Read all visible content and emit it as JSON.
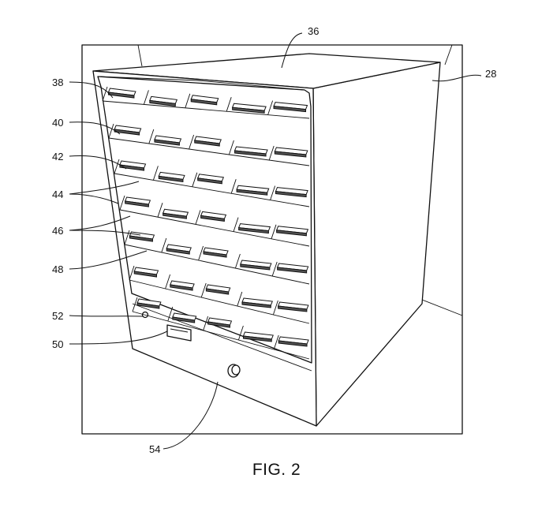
{
  "figure": {
    "caption": "FIG. 2",
    "reference_numerals": {
      "top_panel": "36",
      "cabinet_body": "28",
      "shelf_1": "38",
      "shelf_2": "40",
      "shelf_3": "42",
      "shelf_4": "44",
      "shelf_5": "46",
      "shelf_6": "48",
      "indicator": "52",
      "display": "50",
      "knob": "54"
    }
  }
}
